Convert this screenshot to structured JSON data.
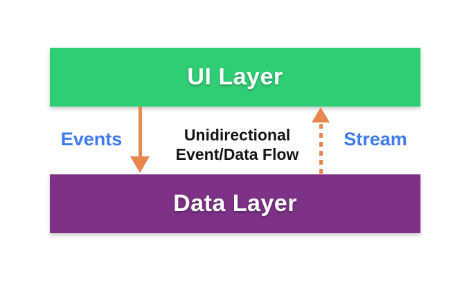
{
  "boxes": {
    "ui": {
      "label": "UI Layer"
    },
    "data": {
      "label": "Data Layer"
    }
  },
  "arrows": {
    "events": {
      "label": "Events",
      "style": "solid",
      "direction": "down"
    },
    "stream": {
      "label": "Stream",
      "style": "dashed",
      "direction": "up"
    }
  },
  "note": {
    "line1": "Unidirectional",
    "line2": "Event/Data Flow"
  },
  "colors": {
    "background": "#ffffff",
    "ui_box": "#30ce74",
    "data_box": "#7d3187",
    "arrow": "#e8874d",
    "label": "#3d7bf2",
    "note_text": "#141414",
    "box_label_text": "#ffffff"
  }
}
